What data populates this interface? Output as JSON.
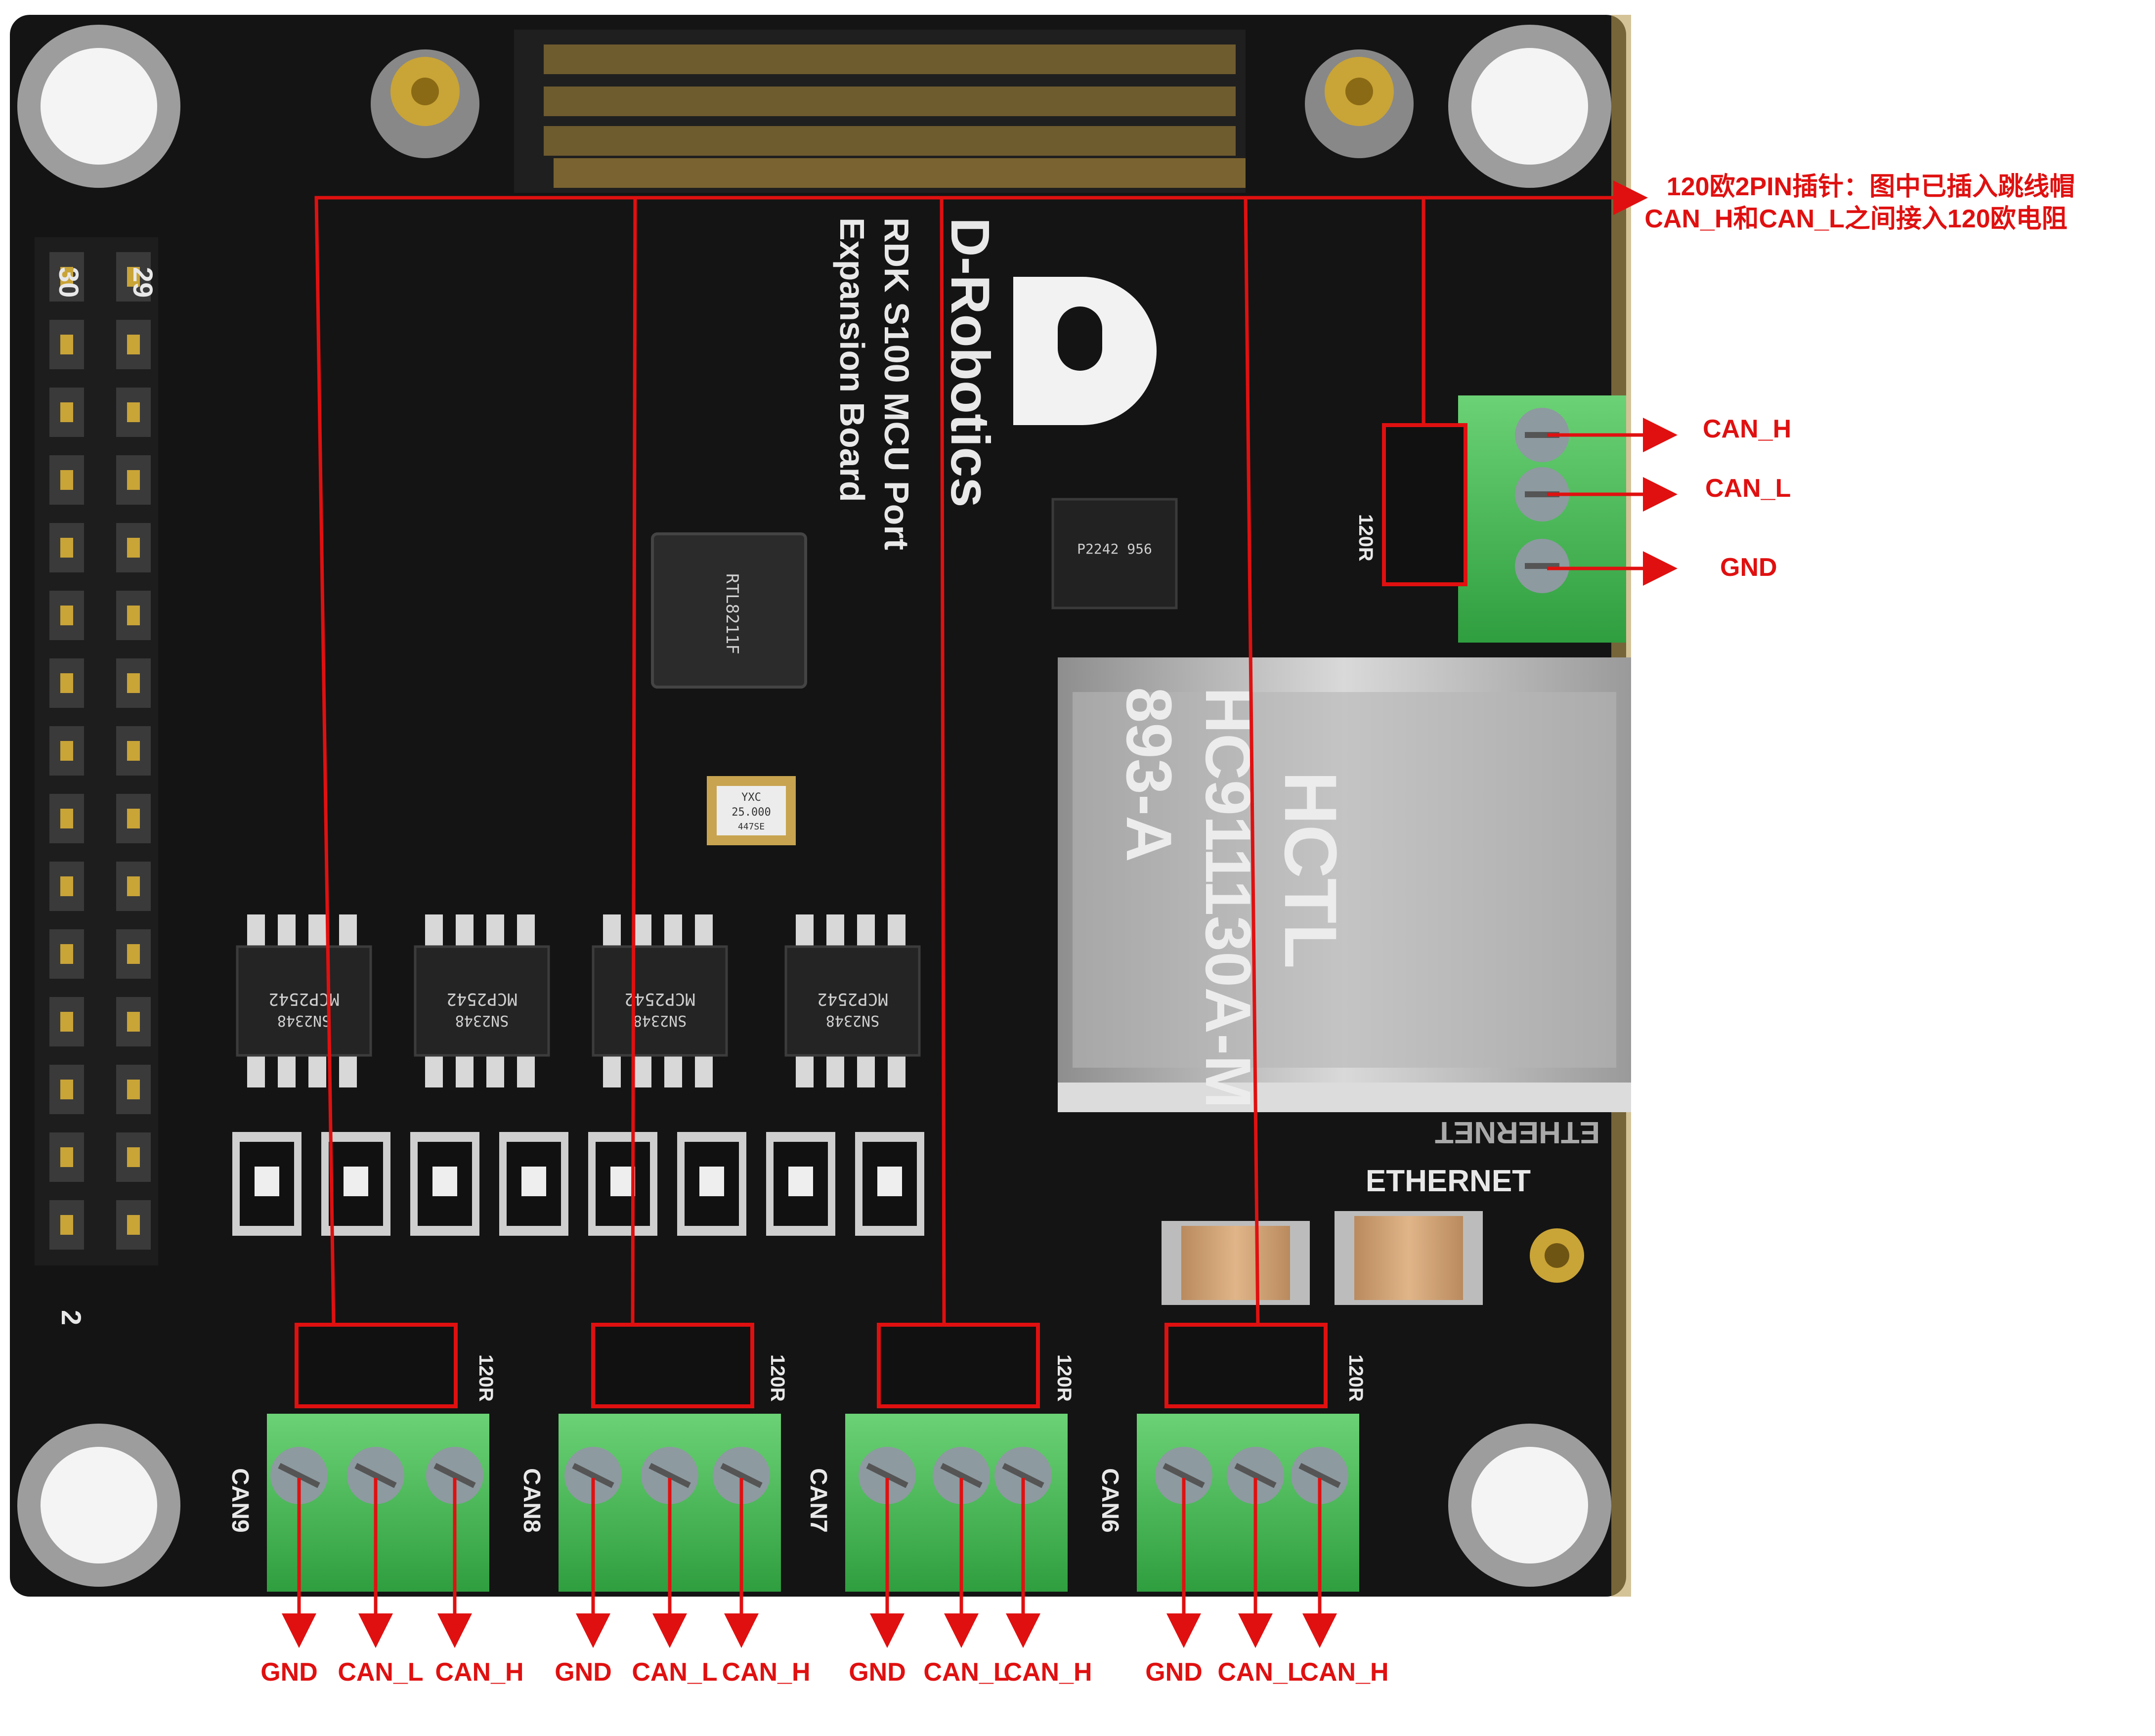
{
  "annotation": {
    "jumper_note_line1": "120欧2PIN插针：图中已插入跳线帽",
    "jumper_note_line2": "CAN_H和CAN_L之间接入120欧电阻",
    "right_terminal_labels": [
      "CAN_H",
      "CAN_L",
      "GND"
    ],
    "bottom_pin_labels": [
      "GND",
      "CAN_L",
      "CAN_H"
    ]
  },
  "board": {
    "brand": "D-Robotics",
    "title_line1": "RDK S100 MCU Port",
    "title_line2": "Expansion Board",
    "ethernet_label": "ETHERNET",
    "ethernet_mirror": "ETHERNET",
    "rj45_line1": "HCTL",
    "rj45_line2": "HC911130A-M",
    "rj45_line3": "893-A",
    "jumper_label": "120R",
    "header_top_labels": [
      "30",
      "29"
    ],
    "header_bottom_label": "2",
    "can_ports": [
      "CAN9",
      "CAN8",
      "CAN7",
      "CAN6"
    ],
    "chip_label": "MCP2542",
    "chip_sub": "SN2348",
    "crystal_line1": "YXC",
    "crystal_line2": "25.000",
    "crystal_line3": "447SE",
    "ic_label": "RTL8211F",
    "small_ic_label": "P2242 956"
  },
  "colors": {
    "pcb": "#141414",
    "annotation": "#e01010",
    "terminal": "#4fbf5a",
    "gold": "#c9a437"
  }
}
